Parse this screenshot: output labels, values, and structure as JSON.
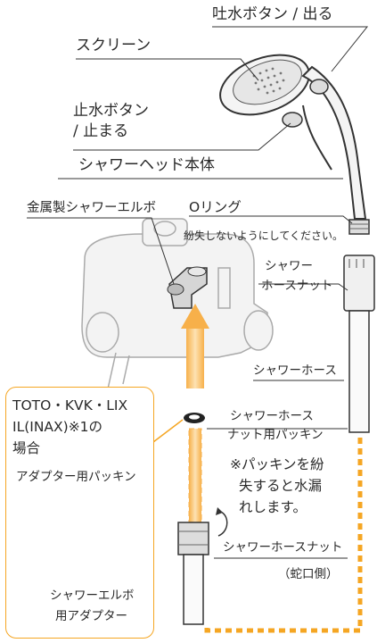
{
  "labels": {
    "spout_button": "吐水ボタン / 出る",
    "screen": "スクリーン",
    "stop_button_line1": "止水ボタン",
    "stop_button_line2": "/ 止まる",
    "showerhead_body": "シャワーヘッド本体",
    "metal_elbow": "金属製シャワーエルボ",
    "o_ring": "Oリング",
    "o_ring_note": "紛失しないようにしてください。",
    "hose_nut_top_line1": "シャワー",
    "hose_nut_top_line2": "ホースナット",
    "shower_hose": "シャワーホース",
    "packing_line1": "シャワーホース",
    "packing_line2": "ナット用パッキン",
    "warning_line1": "※パッキンを紛",
    "warning_line2": "失すると水漏",
    "warning_line3": "れします。",
    "hose_nut_bottom": "シャワーホースナット",
    "faucet_side": "（蛇口側）"
  },
  "callout": {
    "line1": "TOTO・KVK・LIX",
    "line2": "IL(INAX)※1の",
    "line3": "場合",
    "adapter_packing": "アダプター用パッキン",
    "elbow_adapter_line1": "シャワーエルボ",
    "elbow_adapter_line2": "用アダプター"
  },
  "colors": {
    "accent_orange": "#f5a623",
    "arrow_orange": "#f7b04a",
    "line": "#333333",
    "part_gray": "#cfcfcf"
  }
}
